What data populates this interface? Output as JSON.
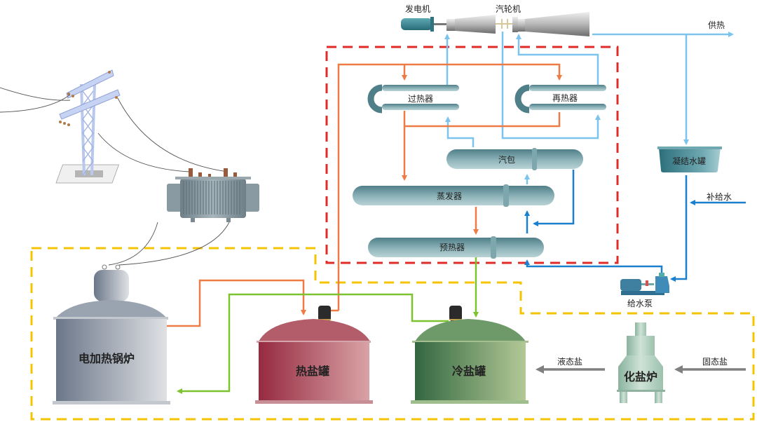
{
  "diagram": {
    "title": "Molten salt thermal storage power system",
    "colors": {
      "hot_salt_line": "#ee7b45",
      "cold_salt_line": "#7dc22f",
      "steam_line": "#7cc4ee",
      "water_line": "#1a7fcc",
      "salt_flow_arrow": "#808080",
      "steam_boundary": "#e02b27",
      "storage_boundary": "#f5c400",
      "hot_tank": "#a8384c",
      "cold_tank": "#4e8a58",
      "boiler": "#8f99a6"
    },
    "equipment": {
      "generator": "发电机",
      "turbine": "汽轮机",
      "superheater": "过热器",
      "reheater": "再热器",
      "drum": "汽包",
      "evaporator": "蒸发器",
      "preheater": "预热器",
      "condensate_tank": "凝结水罐",
      "feed_pump": "给水泵",
      "electric_boiler": "电加热锅炉",
      "hot_salt_tank": "热盐罐",
      "cold_salt_tank": "冷盐罐",
      "salt_melter": "化盐炉"
    },
    "flows": {
      "heat_supply": "供热",
      "makeup_water": "补给水",
      "liquid_salt": "液态盐",
      "solid_salt": "固态盐"
    }
  }
}
